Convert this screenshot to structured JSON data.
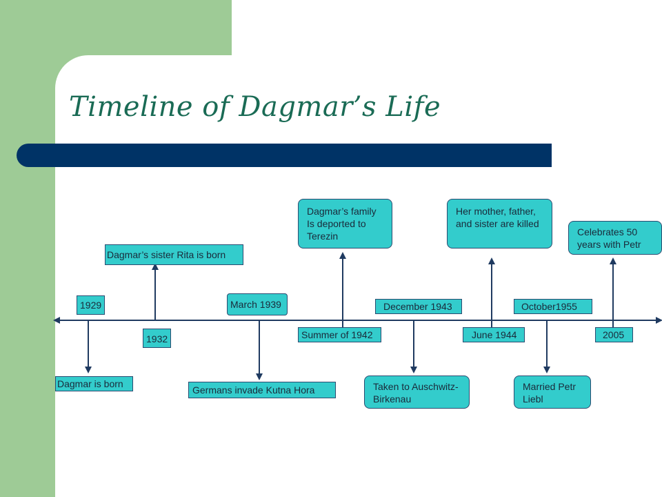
{
  "slide": {
    "title": "Timeline of Dagmar’s Life",
    "colors": {
      "sidebar": "#9ecb96",
      "bar": "#003366",
      "label_fill": "#33cccc",
      "line": "#1f3a60",
      "title": "#1a6b55"
    }
  },
  "timeline": {
    "events": [
      {
        "date": "1929",
        "text": "Dagmar is born",
        "direction": "down"
      },
      {
        "date": "1932",
        "text": "Dagmar’s sister Rita is born",
        "direction": "up"
      },
      {
        "date": "March 1939",
        "text": "Germans invade Kutna Hora",
        "direction": "down"
      },
      {
        "date": "Summer of 1942",
        "text": "Dagmar’s family Is deported to Terezin",
        "direction": "up"
      },
      {
        "date": "December 1943",
        "text": "Taken to Auschwitz-Birkenau",
        "direction": "down"
      },
      {
        "date": "June 1944",
        "text": "Her mother, father, and sister are killed",
        "direction": "up"
      },
      {
        "date": "October1955",
        "text": "Married Petr Liebl",
        "direction": "down"
      },
      {
        "date": "2005",
        "text": "Celebrates 50 years with Petr",
        "direction": "up"
      }
    ]
  }
}
